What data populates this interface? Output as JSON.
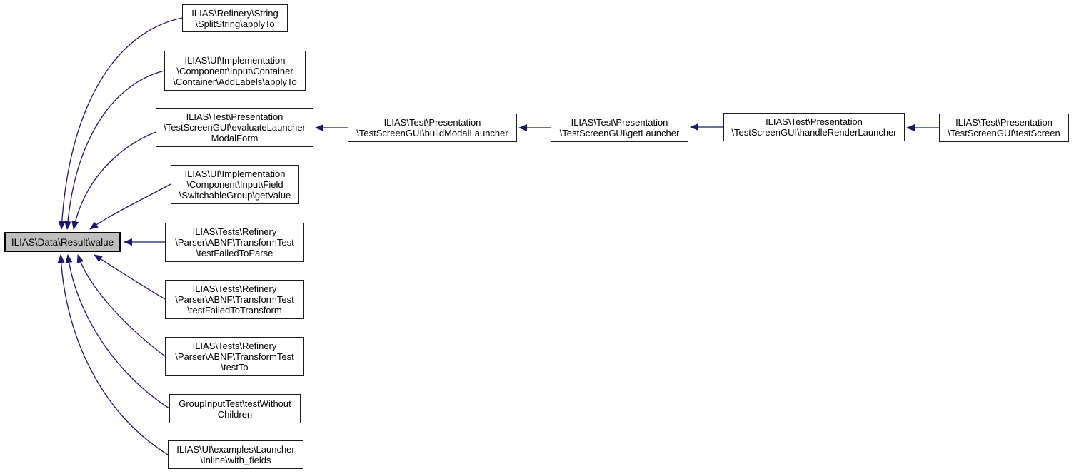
{
  "graph": {
    "type": "caller-graph",
    "colors": {
      "edge": "#191970",
      "node_border": "#1a1a1a",
      "node_fill": "#ffffff",
      "focus_fill": "#bfbfbf",
      "background": "#ffffff",
      "text": "#000000"
    },
    "nodes": {
      "value": {
        "label": "ILIAS\\Data\\Result\\value"
      },
      "split_string": {
        "label": "ILIAS\\Refinery\\String\n\\SplitString\\applyTo"
      },
      "add_labels": {
        "label": "ILIAS\\UI\\Implementation\n\\Component\\Input\\Container\n\\Container\\AddLabels\\applyTo"
      },
      "evaluate_launcher": {
        "label": "ILIAS\\Test\\Presentation\n\\TestScreenGUI\\evaluateLauncher\nModalForm"
      },
      "switchable_group": {
        "label": "ILIAS\\UI\\Implementation\n\\Component\\Input\\Field\n\\SwitchableGroup\\getValue"
      },
      "test_failed_parse": {
        "label": "ILIAS\\Tests\\Refinery\n\\Parser\\ABNF\\TransformTest\n\\testFailedToParse"
      },
      "test_failed_trans": {
        "label": "ILIAS\\Tests\\Refinery\n\\Parser\\ABNF\\TransformTest\n\\testFailedToTransform"
      },
      "test_to": {
        "label": "ILIAS\\Tests\\Refinery\n\\Parser\\ABNF\\TransformTest\n\\testTo"
      },
      "test_without": {
        "label": "GroupInputTest\\testWithout\nChildren"
      },
      "with_fields": {
        "label": "ILIAS\\UI\\examples\\Launcher\n\\Inline\\with_fields"
      },
      "build_modal": {
        "label": "ILIAS\\Test\\Presentation\n\\TestScreenGUI\\buildModalLauncher"
      },
      "get_launcher": {
        "label": "ILIAS\\Test\\Presentation\n\\TestScreenGUI\\getLauncher"
      },
      "handle_render": {
        "label": "ILIAS\\Test\\Presentation\n\\TestScreenGUI\\handleRenderLauncher"
      },
      "test_screen": {
        "label": "ILIAS\\Test\\Presentation\n\\TestScreenGUI\\testScreen"
      }
    },
    "edges": [
      {
        "from": "split_string",
        "to": "value"
      },
      {
        "from": "add_labels",
        "to": "value"
      },
      {
        "from": "evaluate_launcher",
        "to": "value"
      },
      {
        "from": "switchable_group",
        "to": "value"
      },
      {
        "from": "test_failed_parse",
        "to": "value"
      },
      {
        "from": "test_failed_trans",
        "to": "value"
      },
      {
        "from": "test_to",
        "to": "value"
      },
      {
        "from": "test_without",
        "to": "value"
      },
      {
        "from": "with_fields",
        "to": "value"
      },
      {
        "from": "build_modal",
        "to": "evaluate_launcher"
      },
      {
        "from": "get_launcher",
        "to": "build_modal"
      },
      {
        "from": "handle_render",
        "to": "get_launcher"
      },
      {
        "from": "test_screen",
        "to": "handle_render"
      }
    ]
  }
}
